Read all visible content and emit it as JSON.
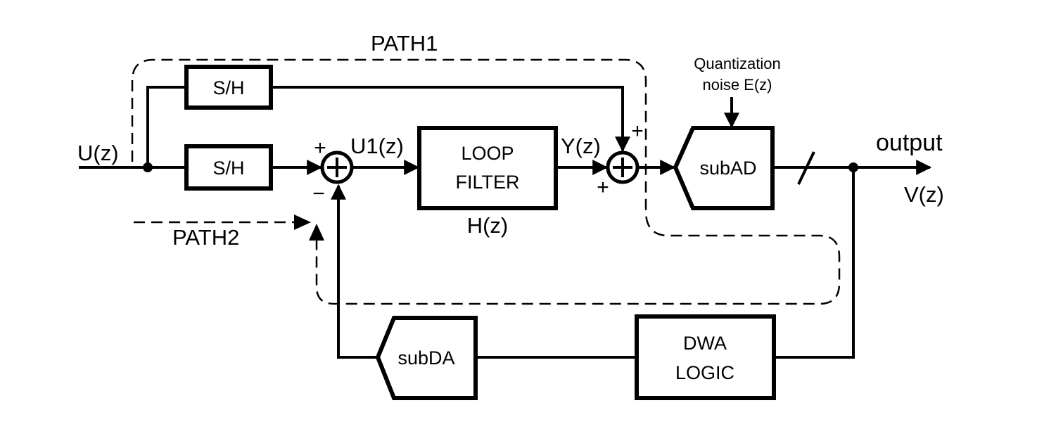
{
  "labels": {
    "input": "U(z)",
    "u1": "U1(z)",
    "y": "Y(z)",
    "h": "H(z)",
    "output": "output",
    "v": "V(z)",
    "path1": "PATH1",
    "path2": "PATH2",
    "noise_line1": "Quantization",
    "noise_line2": "noise E(z)"
  },
  "blocks": {
    "sh_top": "S/H",
    "sh_bottom": "S/H",
    "loop_filter_line1": "LOOP",
    "loop_filter_line2": "FILTER",
    "subad": "subAD",
    "subda": "subDA",
    "dwa_line1": "DWA",
    "dwa_line2": "LOGIC"
  },
  "signs": {
    "sum1_top": "+",
    "sum1_bottom": "−",
    "sum2_top": "+",
    "sum2_bottom": "+"
  }
}
